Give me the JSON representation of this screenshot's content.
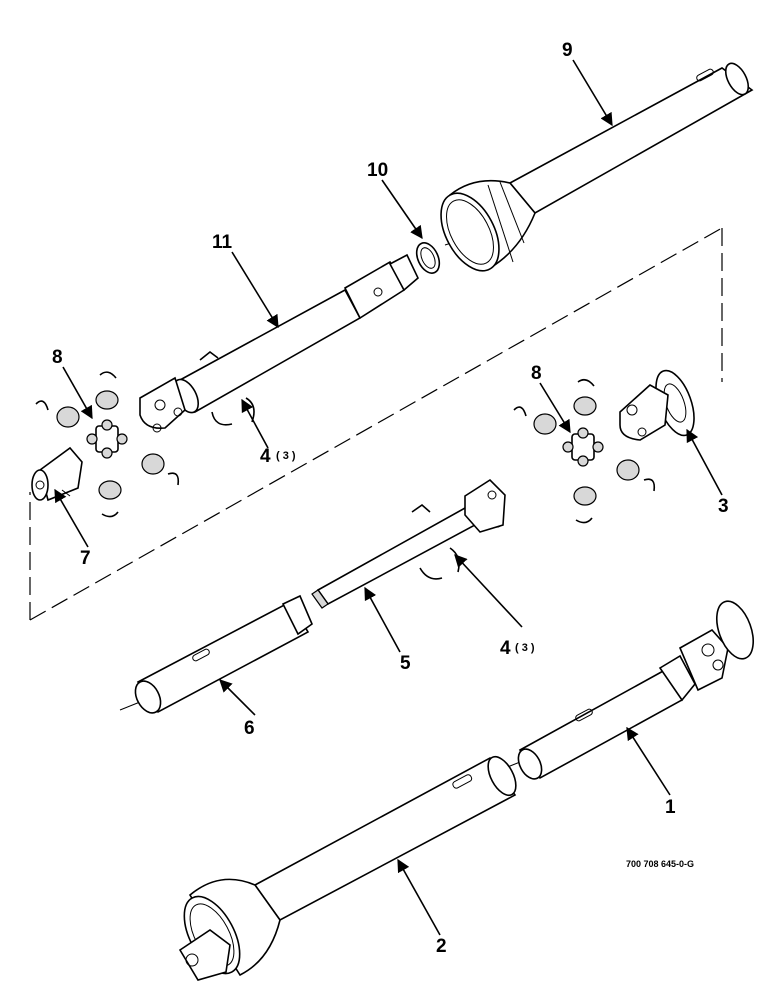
{
  "callouts": {
    "c1": "1",
    "c2": "2",
    "c3": "3",
    "c4a": "4",
    "c4a_qty": "( 3 )",
    "c4b": "4",
    "c4b_qty": "( 3 )",
    "c5": "5",
    "c6": "6",
    "c7": "7",
    "c8a": "8",
    "c8b": "8",
    "c9": "9",
    "c10": "10",
    "c11": "11"
  },
  "drawing_ref": "700 708 645-0-G"
}
